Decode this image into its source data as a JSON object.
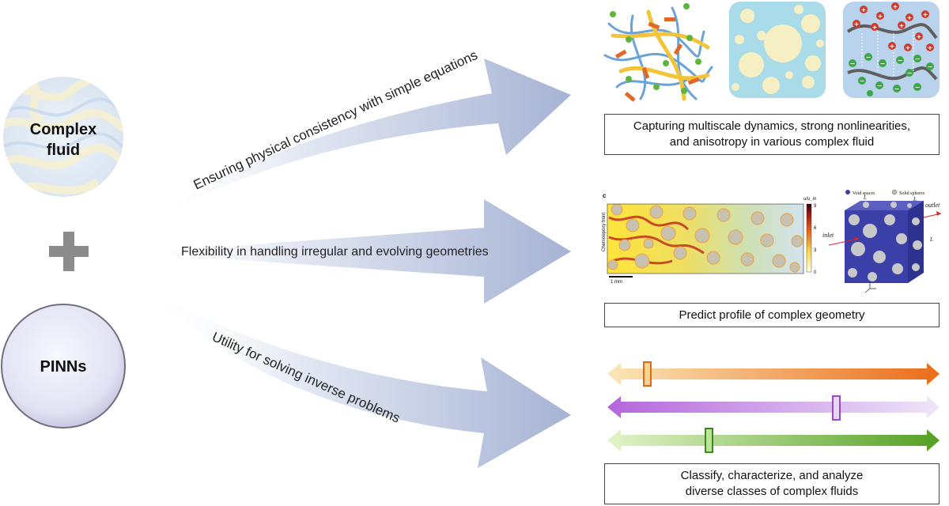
{
  "left": {
    "circle_top_line1": "Complex",
    "circle_top_line2": "fluid",
    "circle_bottom": "PINNs"
  },
  "arrows": {
    "top": "Ensuring physical consistency with simple equations",
    "middle": "Flexibility in handling irregular and evolving geometries",
    "bottom": "Utility for solving inverse problems"
  },
  "boxes": {
    "top_line1": "Capturing multiscale dynamics, strong nonlinearities,",
    "top_line2": "and anisotropy in various complex fluid",
    "middle": "Predict profile of complex geometry",
    "bottom_line1": "Classify, characterize, and analyze",
    "bottom_line2": "diverse classes of complex fluids"
  },
  "figure_left": {
    "panel_letter": "c",
    "y_label": "Chemoepoxy front",
    "colorbar_title": "u/u_in",
    "colorbar_ticks": [
      "9",
      "6",
      "3",
      "0"
    ],
    "scale_bar": "1 mm"
  },
  "figure_right": {
    "legend_void": "Void spaces",
    "legend_solid": "Solid spheres",
    "inlet": "inlet",
    "outlet": "outlet",
    "dim_lx": "L",
    "dim_ly": "L",
    "dim_lz": "L"
  },
  "colors": {
    "arrow": "#a9b6d6",
    "orange_bar": "#e8701a",
    "purple_bar": "#b46ad8",
    "green_bar": "#5aa32a",
    "ion_positive": "#d63a2a",
    "ion_negative": "#3aa844",
    "cube_void": "#3b3fa8"
  }
}
